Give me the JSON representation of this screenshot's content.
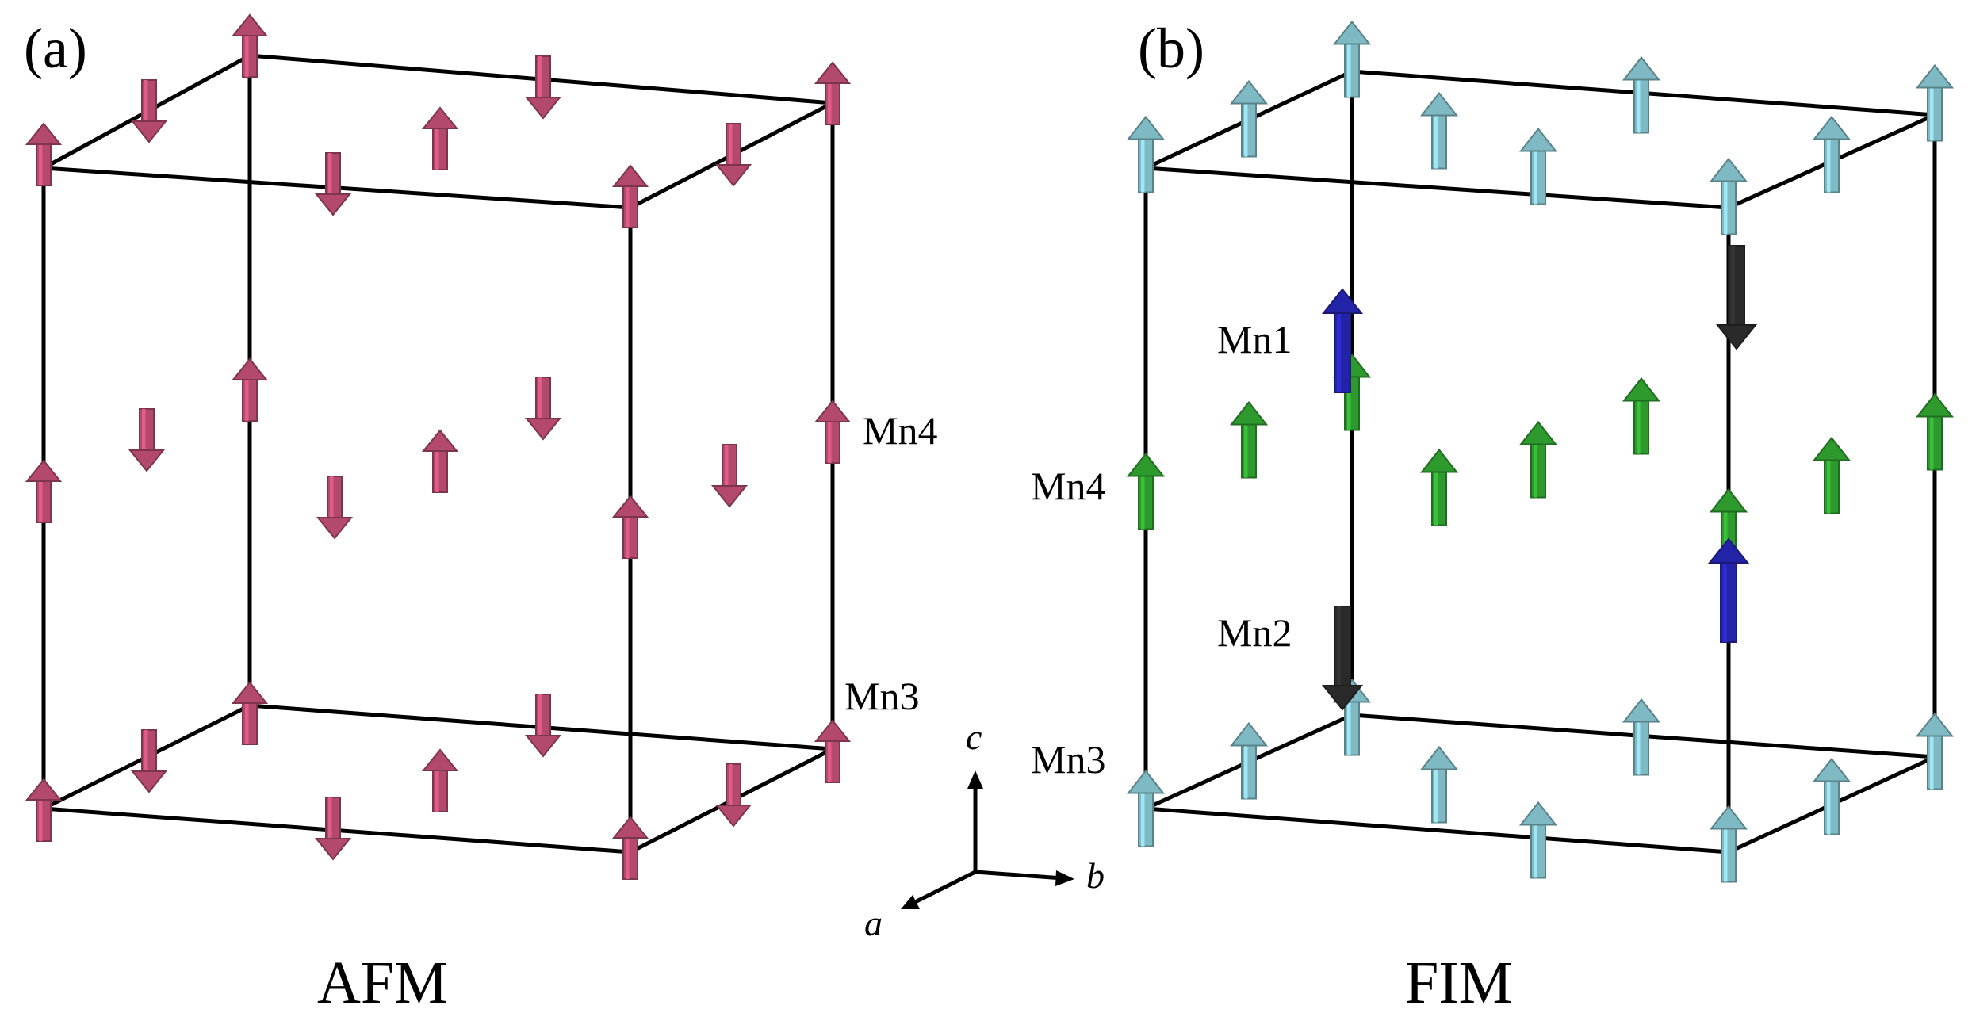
{
  "panels": [
    {
      "id": "a",
      "label": "(a)",
      "caption": "AFM",
      "site_labels": [
        "Mn4",
        "Mn3"
      ]
    },
    {
      "id": "b",
      "label": "(b)",
      "caption": "FIM",
      "site_labels": [
        "Mn1",
        "Mn4",
        "Mn2",
        "Mn3"
      ]
    }
  ],
  "axes": {
    "c": "c",
    "a": "a",
    "b": "b"
  },
  "colors": {
    "afm_spin": "#b34a6e",
    "mn3_spin": "#7fb9c4",
    "mn4_spin": "#2e9a2e",
    "mn1_spin": "#2323a8",
    "mn2_spin": "#2a2a2a"
  },
  "spins": {
    "afm": [
      {
        "site": "corner",
        "dir": "up"
      },
      {
        "site": "corner",
        "dir": "up"
      },
      {
        "site": "corner",
        "dir": "up"
      },
      {
        "site": "corner",
        "dir": "up"
      },
      {
        "site": "corner",
        "dir": "up"
      },
      {
        "site": "corner",
        "dir": "up"
      },
      {
        "site": "corner",
        "dir": "up"
      },
      {
        "site": "corner",
        "dir": "up"
      },
      {
        "site": "face",
        "dir": "down"
      },
      {
        "site": "face",
        "dir": "up"
      },
      {
        "site": "face",
        "dir": "down"
      },
      {
        "site": "face",
        "dir": "down"
      }
    ],
    "fim": [
      {
        "site": "Mn1",
        "dir": "up"
      },
      {
        "site": "Mn1",
        "dir": "up"
      },
      {
        "site": "Mn2",
        "dir": "down"
      },
      {
        "site": "Mn2",
        "dir": "down"
      },
      {
        "site": "Mn3",
        "dir": "up"
      },
      {
        "site": "Mn4",
        "dir": "up"
      }
    ]
  }
}
